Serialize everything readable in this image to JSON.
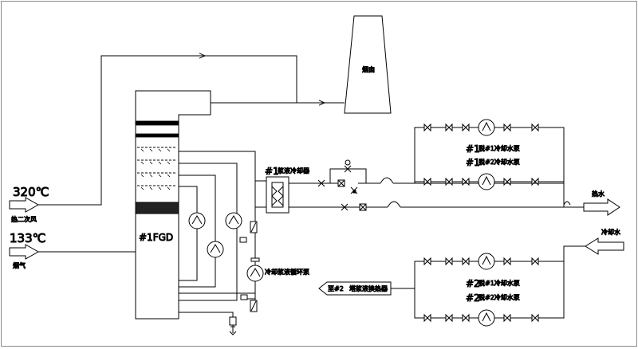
{
  "labels": {
    "chimney": "烟囱",
    "fgd": "#1FGD",
    "inlet_temp_1": "320℃",
    "inlet_desc_1": "热二次风",
    "inlet_temp_2": "133℃",
    "inlet_desc_2": "烟气",
    "cooler_prefix": "#1",
    "cooler": "浆液冷却器",
    "circ_pump": "冷却浆液循环泵",
    "pump_group_1_a_prefix": "#1",
    "pump_group_1_a": "脱#1冷却水泵",
    "pump_group_1_b_prefix": "#1",
    "pump_group_1_b": "脱#2冷却水泵",
    "pump_group_2_a_prefix": "#2",
    "pump_group_2_a": "脱#1冷却水泵",
    "pump_group_2_b_prefix": "#2",
    "pump_group_2_b": "脱#2冷却水泵",
    "to_unit_2_prefix": "至#2",
    "to_unit_2": "塔浆液换热器",
    "outlet": "热水",
    "inlet": "冷却水"
  },
  "colors": {
    "line": "#000000",
    "packing": "#000000",
    "background": "#ffffff",
    "frame": "#8a8a8a"
  }
}
